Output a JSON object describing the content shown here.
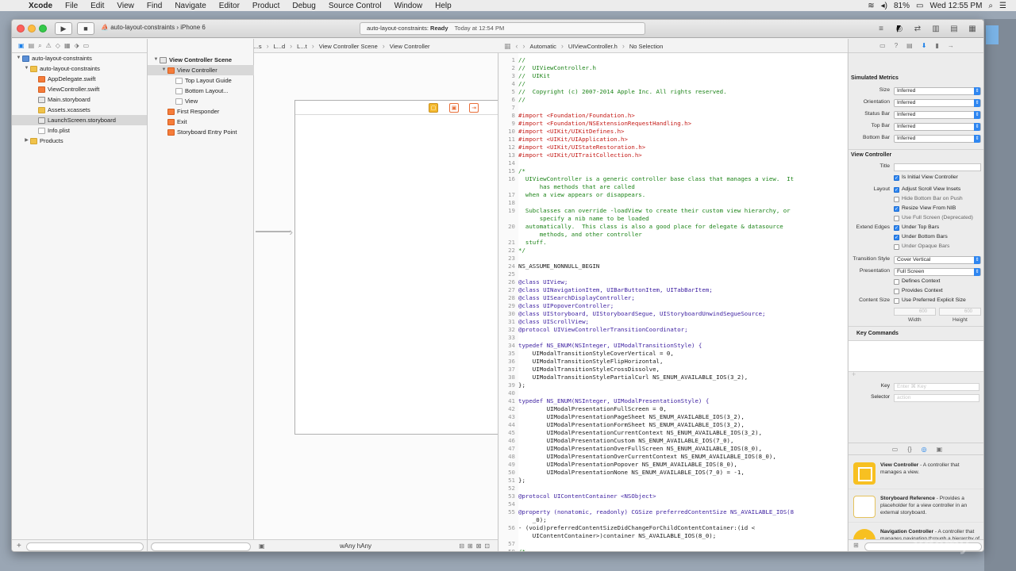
{
  "menubar": {
    "app": "Xcode",
    "items": [
      "File",
      "Edit",
      "View",
      "Find",
      "Navigate",
      "Editor",
      "Product",
      "Debug",
      "Source Control",
      "Window",
      "Help"
    ],
    "battery": "81%",
    "clock": "Wed 12:55 PM"
  },
  "toolbar": {
    "scheme": "auto-layout-constraints",
    "device": "iPhone 6",
    "status_project": "auto-layout-constraints",
    "status_state": "Ready",
    "status_time": "Today at 12:54 PM"
  },
  "navigator": {
    "items": [
      {
        "label": "auto-layout-constraints",
        "kind": "proj",
        "depth": 0,
        "disclosure": "▼"
      },
      {
        "label": "auto-layout-constraints",
        "kind": "folder",
        "depth": 1,
        "disclosure": "▼"
      },
      {
        "label": "AppDelegate.swift",
        "kind": "swift",
        "depth": 2,
        "disclosure": ""
      },
      {
        "label": "ViewController.swift",
        "kind": "swift",
        "depth": 2,
        "disclosure": ""
      },
      {
        "label": "Main.storyboard",
        "kind": "sb",
        "depth": 2,
        "disclosure": ""
      },
      {
        "label": "Assets.xcassets",
        "kind": "folder",
        "depth": 2,
        "disclosure": ""
      },
      {
        "label": "LaunchScreen.storyboard",
        "kind": "sb",
        "depth": 2,
        "disclosure": "",
        "selected": true
      },
      {
        "label": "Info.plist",
        "kind": "file",
        "depth": 2,
        "disclosure": ""
      },
      {
        "label": "Products",
        "kind": "folder",
        "depth": 1,
        "disclosure": "▶"
      }
    ]
  },
  "jumpbar": {
    "left": [
      "auto-layout-constraints",
      "a...s",
      "L...d",
      "L...t",
      "View Controller Scene",
      "View Controller"
    ],
    "right": [
      "Automatic",
      "UIViewController.h",
      "No Selection"
    ]
  },
  "outline": {
    "items": [
      {
        "label": "View Controller Scene",
        "depth": 0,
        "head": true
      },
      {
        "label": "View Controller",
        "depth": 1,
        "selected": true
      },
      {
        "label": "Top Layout Guide",
        "depth": 2
      },
      {
        "label": "Bottom Layout...",
        "depth": 2
      },
      {
        "label": "View",
        "depth": 2
      },
      {
        "label": "First Responder",
        "depth": 1
      },
      {
        "label": "Exit",
        "depth": 1
      },
      {
        "label": "Storyboard Entry Point",
        "depth": 1
      }
    ]
  },
  "canvas": {
    "size_class": "wAny hAny"
  },
  "code": [
    {
      "n": "1",
      "t": "//",
      "c": "comment"
    },
    {
      "n": "2",
      "t": "//  UIViewController.h",
      "c": "comment"
    },
    {
      "n": "3",
      "t": "//  UIKit",
      "c": "comment"
    },
    {
      "n": "4",
      "t": "//",
      "c": "comment"
    },
    {
      "n": "5",
      "t": "//  Copyright (c) 2007-2014 Apple Inc. All rights reserved.",
      "c": "comment"
    },
    {
      "n": "6",
      "t": "//",
      "c": "comment"
    },
    {
      "n": "7",
      "t": "",
      "c": ""
    },
    {
      "n": "8",
      "t": "#import <Foundation/Foundation.h>",
      "c": "import"
    },
    {
      "n": "9",
      "t": "#import <Foundation/NSExtensionRequestHandling.h>",
      "c": "import"
    },
    {
      "n": "10",
      "t": "#import <UIKit/UIKitDefines.h>",
      "c": "import"
    },
    {
      "n": "11",
      "t": "#import <UIKit/UIApplication.h>",
      "c": "import"
    },
    {
      "n": "12",
      "t": "#import <UIKit/UIStateRestoration.h>",
      "c": "import"
    },
    {
      "n": "13",
      "t": "#import <UIKit/UITraitCollection.h>",
      "c": "import"
    },
    {
      "n": "14",
      "t": "",
      "c": ""
    },
    {
      "n": "15",
      "t": "/*",
      "c": "comment"
    },
    {
      "n": "16",
      "t": "  UIViewController is a generic controller base class that manages a view.  It",
      "c": "comment"
    },
    {
      "n": "",
      "t": "      has methods that are called",
      "c": "comment"
    },
    {
      "n": "17",
      "t": "  when a view appears or disappears.",
      "c": "comment"
    },
    {
      "n": "18",
      "t": "",
      "c": ""
    },
    {
      "n": "19",
      "t": "  Subclasses can override -loadView to create their custom view hierarchy, or",
      "c": "comment"
    },
    {
      "n": "",
      "t": "      specify a nib name to be loaded",
      "c": "comment"
    },
    {
      "n": "20",
      "t": "  automatically.  This class is also a good place for delegate & datasource",
      "c": "comment"
    },
    {
      "n": "",
      "t": "      methods, and other controller",
      "c": "comment"
    },
    {
      "n": "21",
      "t": "  stuff.",
      "c": "comment"
    },
    {
      "n": "22",
      "t": "*/",
      "c": "comment"
    },
    {
      "n": "23",
      "t": "",
      "c": ""
    },
    {
      "n": "24",
      "t": "NS_ASSUME_NONNULL_BEGIN",
      "c": ""
    },
    {
      "n": "25",
      "t": "",
      "c": ""
    },
    {
      "n": "26",
      "t": "@class UIView;",
      "c": "kw"
    },
    {
      "n": "27",
      "t": "@class UINavigationItem, UIBarButtonItem, UITabBarItem;",
      "c": "kw"
    },
    {
      "n": "28",
      "t": "@class UISearchDisplayController;",
      "c": "kw"
    },
    {
      "n": "29",
      "t": "@class UIPopoverController;",
      "c": "kw"
    },
    {
      "n": "30",
      "t": "@class UIStoryboard, UIStoryboardSegue, UIStoryboardUnwindSegueSource;",
      "c": "kw"
    },
    {
      "n": "31",
      "t": "@class UIScrollView;",
      "c": "kw"
    },
    {
      "n": "32",
      "t": "@protocol UIViewControllerTransitionCoordinator;",
      "c": "kw"
    },
    {
      "n": "33",
      "t": "",
      "c": ""
    },
    {
      "n": "34",
      "t": "typedef NS_ENUM(NSInteger, UIModalTransitionStyle) {",
      "c": "kw"
    },
    {
      "n": "35",
      "t": "    UIModalTransitionStyleCoverVertical = 0,",
      "c": ""
    },
    {
      "n": "36",
      "t": "    UIModalTransitionStyleFlipHorizontal,",
      "c": ""
    },
    {
      "n": "37",
      "t": "    UIModalTransitionStyleCrossDissolve,",
      "c": ""
    },
    {
      "n": "38",
      "t": "    UIModalTransitionStylePartialCurl NS_ENUM_AVAILABLE_IOS(3_2),",
      "c": ""
    },
    {
      "n": "39",
      "t": "};",
      "c": ""
    },
    {
      "n": "40",
      "t": "",
      "c": ""
    },
    {
      "n": "41",
      "t": "typedef NS_ENUM(NSInteger, UIModalPresentationStyle) {",
      "c": "kw"
    },
    {
      "n": "42",
      "t": "        UIModalPresentationFullScreen = 0,",
      "c": ""
    },
    {
      "n": "43",
      "t": "        UIModalPresentationPageSheet NS_ENUM_AVAILABLE_IOS(3_2),",
      "c": ""
    },
    {
      "n": "44",
      "t": "        UIModalPresentationFormSheet NS_ENUM_AVAILABLE_IOS(3_2),",
      "c": ""
    },
    {
      "n": "45",
      "t": "        UIModalPresentationCurrentContext NS_ENUM_AVAILABLE_IOS(3_2),",
      "c": ""
    },
    {
      "n": "46",
      "t": "        UIModalPresentationCustom NS_ENUM_AVAILABLE_IOS(7_0),",
      "c": ""
    },
    {
      "n": "47",
      "t": "        UIModalPresentationOverFullScreen NS_ENUM_AVAILABLE_IOS(8_0),",
      "c": ""
    },
    {
      "n": "48",
      "t": "        UIModalPresentationOverCurrentContext NS_ENUM_AVAILABLE_IOS(8_0),",
      "c": ""
    },
    {
      "n": "49",
      "t": "        UIModalPresentationPopover NS_ENUM_AVAILABLE_IOS(8_0),",
      "c": ""
    },
    {
      "n": "50",
      "t": "        UIModalPresentationNone NS_ENUM_AVAILABLE_IOS(7_0) = -1,",
      "c": ""
    },
    {
      "n": "51",
      "t": "};",
      "c": ""
    },
    {
      "n": "52",
      "t": "",
      "c": ""
    },
    {
      "n": "53",
      "t": "@protocol UIContentContainer <NSObject>",
      "c": "kw"
    },
    {
      "n": "54",
      "t": "",
      "c": ""
    },
    {
      "n": "55",
      "t": "@property (nonatomic, readonly) CGSize preferredContentSize NS_AVAILABLE_IOS(8",
      "c": "kw"
    },
    {
      "n": "",
      "t": "    _0);",
      "c": ""
    },
    {
      "n": "56",
      "t": "- (void)preferredContentSizeDidChangeForChildContentContainer:(id <",
      "c": ""
    },
    {
      "n": "",
      "t": "    UIContentContainer>)container NS_AVAILABLE_IOS(8_0);",
      "c": ""
    },
    {
      "n": "57",
      "t": "",
      "c": ""
    },
    {
      "n": "58",
      "t": "/*",
      "c": "comment"
    }
  ],
  "inspector": {
    "simulated_metrics": {
      "title": "Simulated Metrics",
      "rows": [
        {
          "label": "Size",
          "value": "Inferred"
        },
        {
          "label": "Orientation",
          "value": "Inferred"
        },
        {
          "label": "Status Bar",
          "value": "Inferred"
        },
        {
          "label": "Top Bar",
          "value": "Inferred"
        },
        {
          "label": "Bottom Bar",
          "value": "Inferred"
        }
      ]
    },
    "view_controller": {
      "title": "View Controller",
      "title_label": "Title",
      "initial_vc": "Is Initial View Controller",
      "layout_label": "Layout",
      "layout_checks": [
        {
          "text": "Adjust Scroll View Insets",
          "on": true
        },
        {
          "text": "Hide Bottom Bar on Push",
          "on": false
        },
        {
          "text": "Resize View From NIB",
          "on": true
        },
        {
          "text": "Use Full Screen (Deprecated)",
          "on": false
        }
      ],
      "extend_label": "Extend Edges",
      "extend_checks": [
        {
          "text": "Under Top Bars",
          "on": true
        },
        {
          "text": "Under Bottom Bars",
          "on": true
        },
        {
          "text": "Under Opaque Bars",
          "on": false
        }
      ],
      "transition_label": "Transition Style",
      "transition_value": "Cover Vertical",
      "presentation_label": "Presentation",
      "presentation_value": "Full Screen",
      "defines_context": "Defines Context",
      "provides_context": "Provides Context",
      "content_size_label": "Content Size",
      "use_preferred": "Use Preferred Explicit Size",
      "width_value": "600",
      "height_value": "600",
      "width_caption": "Width",
      "height_caption": "Height"
    },
    "key_commands": {
      "title": "Key Commands",
      "add": "+",
      "key_label": "Key",
      "key_placeholder": "Enter ⌘ Key",
      "selector_label": "Selector",
      "selector_placeholder": "action"
    },
    "library": [
      {
        "title": "View Controller",
        "desc": " - A controller that manages a view.",
        "icon": "vc"
      },
      {
        "title": "Storyboard Reference",
        "desc": " - Provides a placeholder for a view controller in an external storyboard.",
        "icon": "sbref"
      },
      {
        "title": "Navigation Controller",
        "desc": " - A controller that manages navigation through a hierarchy of views.",
        "icon": "nav"
      }
    ]
  }
}
